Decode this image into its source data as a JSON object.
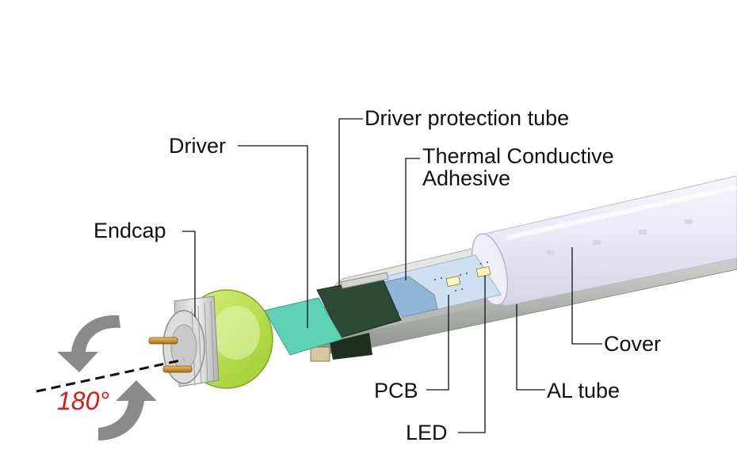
{
  "labels": {
    "driver_protection_tube": "Driver protection tube",
    "driver": "Driver",
    "thermal_adhesive_line1": "Thermal Conductive",
    "thermal_adhesive_line2": "Adhesive",
    "endcap": "Endcap",
    "cover": "Cover",
    "pcb": "PCB",
    "al_tube": "AL tube",
    "led": "LED"
  },
  "rotation": {
    "angle_label": "180°"
  },
  "colors": {
    "rotation_arrow": "#8a8a8a",
    "angle_text": "#e01818",
    "endcap_ring": "#b8e04a",
    "driver_board": "#5fd2b4",
    "driver_housing": "#2e4a36",
    "adhesive_pad": "#8fb6d6",
    "pcb": "#cfe0f2",
    "cover": "#e8e6f4",
    "al_tube": "#c4c6c2"
  }
}
